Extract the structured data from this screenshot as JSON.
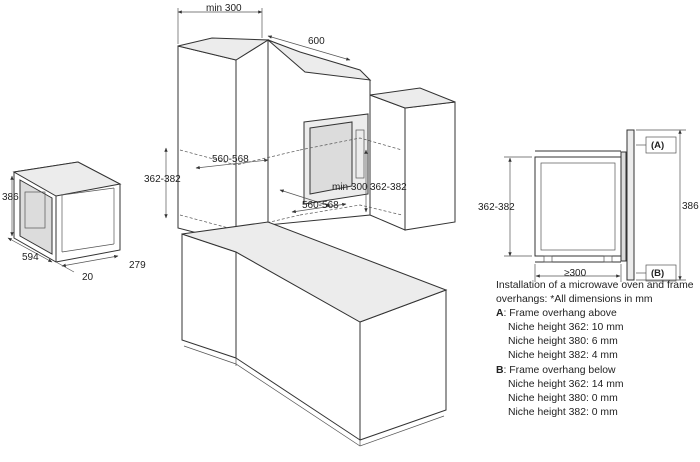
{
  "small_view": {
    "height_label": "386",
    "width_label": "594",
    "depth_label": "279",
    "frame_label": "20"
  },
  "cabinet_view": {
    "min_height_label": "min 300",
    "width_label": "600",
    "niche_width_upper": "560-568",
    "niche_height_left": "362-382",
    "min_depth_label": "min 300",
    "niche_height_right": "362-382",
    "niche_width_lower": "560-568"
  },
  "side_view": {
    "label_a": "(A)",
    "label_b": "(B)",
    "niche_height": "362-382",
    "overall_height": "386",
    "depth_label": "≥300"
  },
  "notes": {
    "intro": "Installation of a microwave oven and frame overhangs: *All dimensions in mm",
    "a_marker": "A",
    "a_title": ": Frame overhang above",
    "a_items": [
      "Niche height 362: 10 mm",
      "Niche height 380: 6 mm",
      "Niche height 382: 4 mm"
    ],
    "b_marker": "B",
    "b_title": ": Frame overhang below",
    "b_items": [
      "Niche height 362: 14 mm",
      "Niche height 380: 0 mm",
      "Niche height 382: 0 mm"
    ]
  }
}
